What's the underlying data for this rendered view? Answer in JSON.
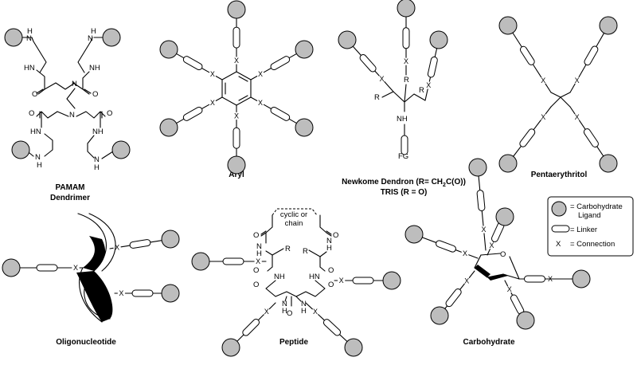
{
  "labels": {
    "pamam_1": "PAMAM",
    "pamam_2": "Dendrimer",
    "aryl": "Aryl",
    "newkome_1": "Newkome Dendron (R= CH",
    "newkome_sub": "2",
    "newkome_1b": "C(O))",
    "newkome_2": "TRIS (R = O)",
    "pentaerythritol": "Pentaerythritol",
    "oligonucleotide": "Oligonucleotide",
    "peptide": "Peptide",
    "carbohydrate": "Carbohydrate",
    "cyclic_1": "cyclic or",
    "cyclic_2": "chain"
  },
  "atoms": {
    "N": "N",
    "H": "H",
    "O": "O",
    "R": "R",
    "NH": "NH",
    "HN": "HN",
    "FG": "FG",
    "X": "X"
  },
  "legend": {
    "ligand_1": "= Carbohydrate",
    "ligand_2": "Ligand",
    "linker": "= Linker",
    "connection_symbol": "X",
    "connection": "= Connection"
  }
}
